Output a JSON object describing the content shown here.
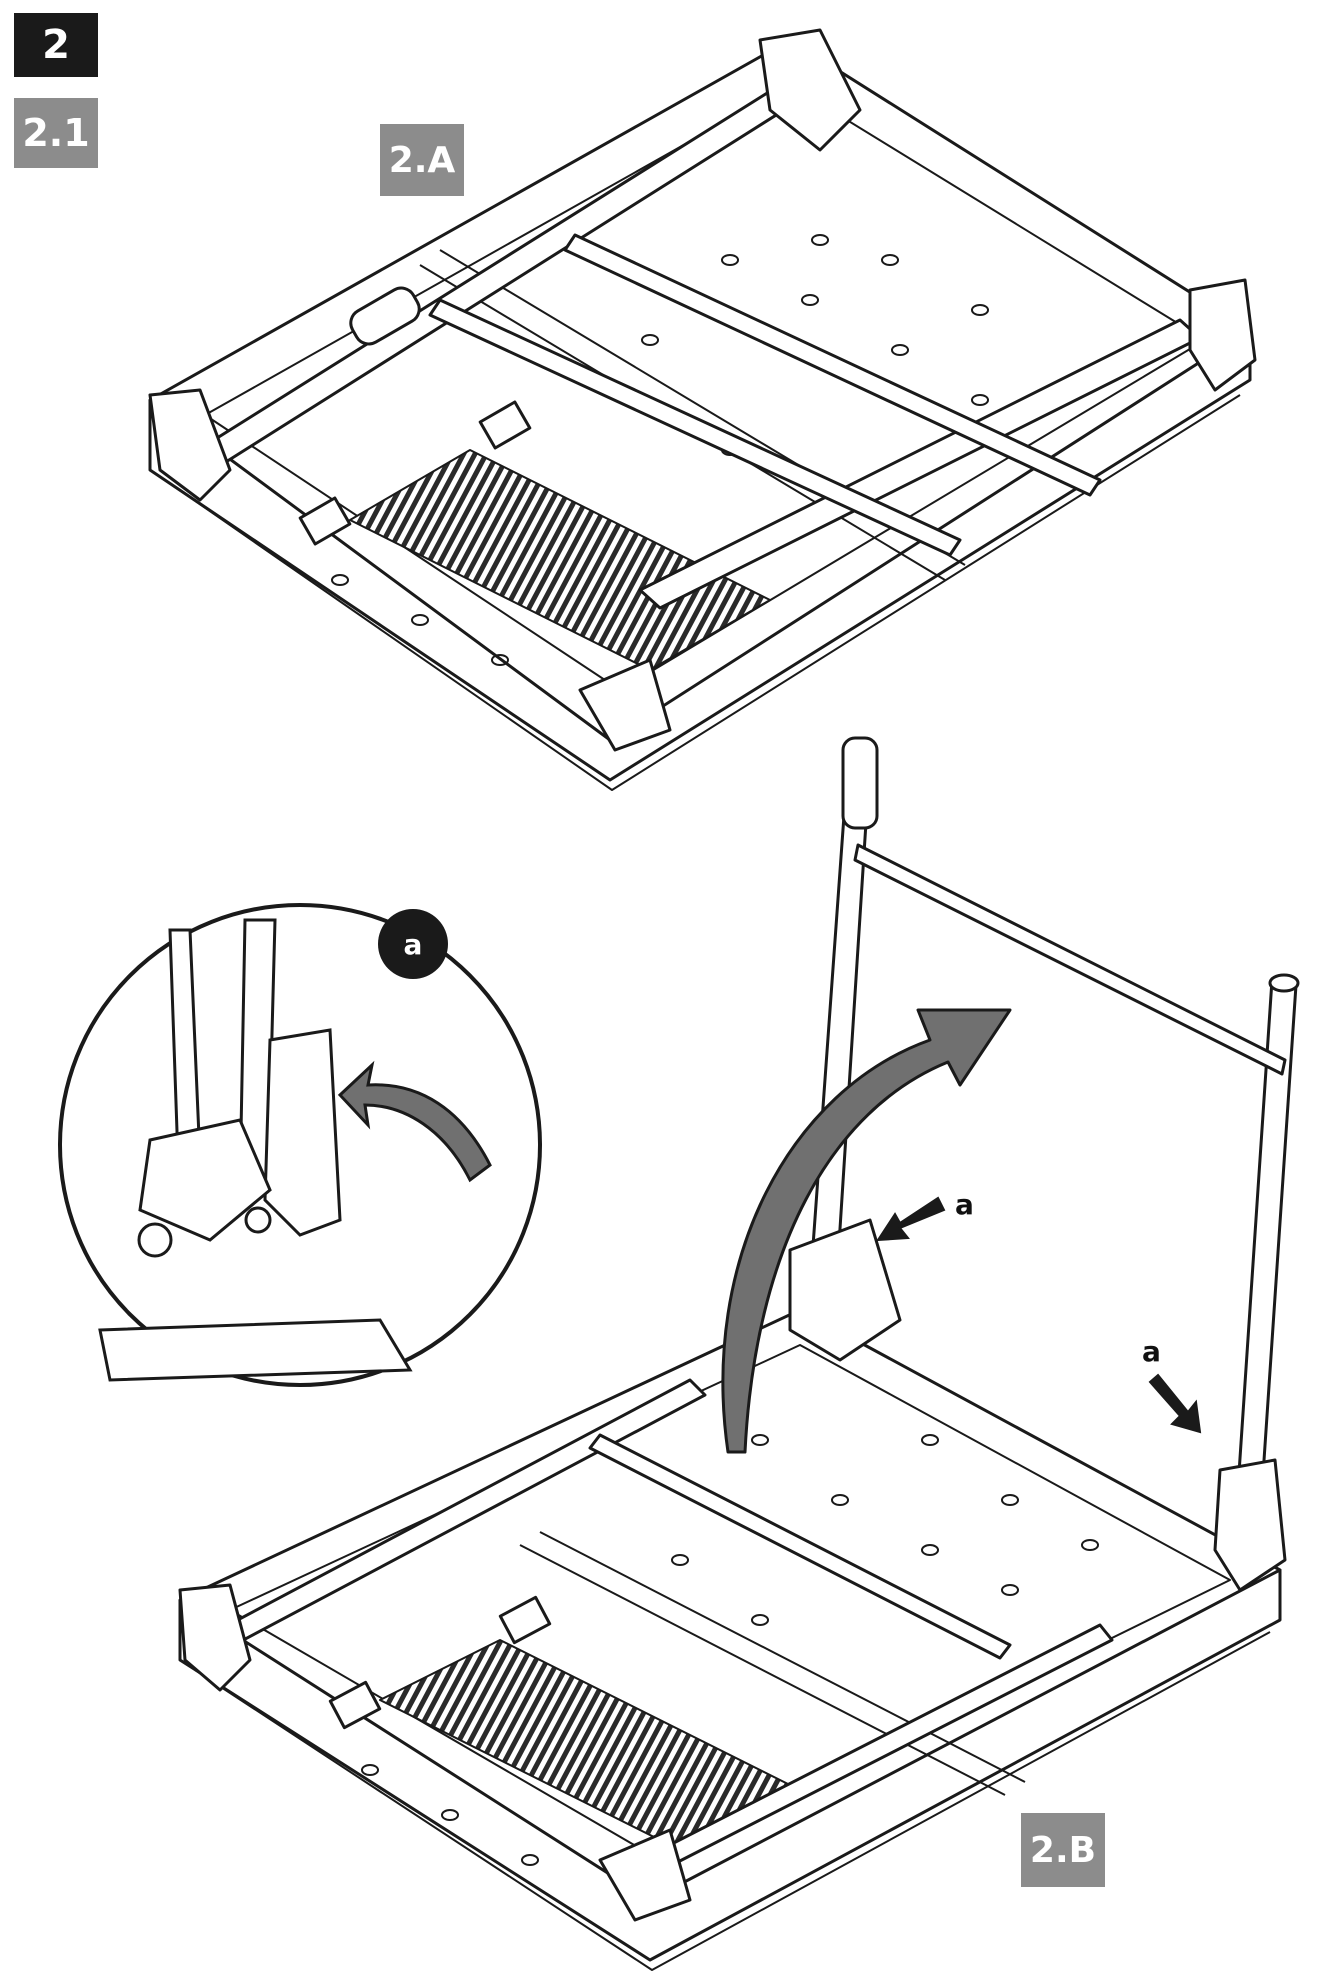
{
  "step": "2",
  "substep": "2.1",
  "figures": {
    "top_label": "2.A",
    "bottom_label": "2.B"
  },
  "callouts": {
    "detail_marker": "a",
    "arrow_label_upper": "a",
    "arrow_label_lower": "a"
  },
  "colors": {
    "badge_dark": "#1a1a1a",
    "badge_grey": "#8c8c8c",
    "arrow_grey": "#707070",
    "line": "#1a1a1a"
  }
}
